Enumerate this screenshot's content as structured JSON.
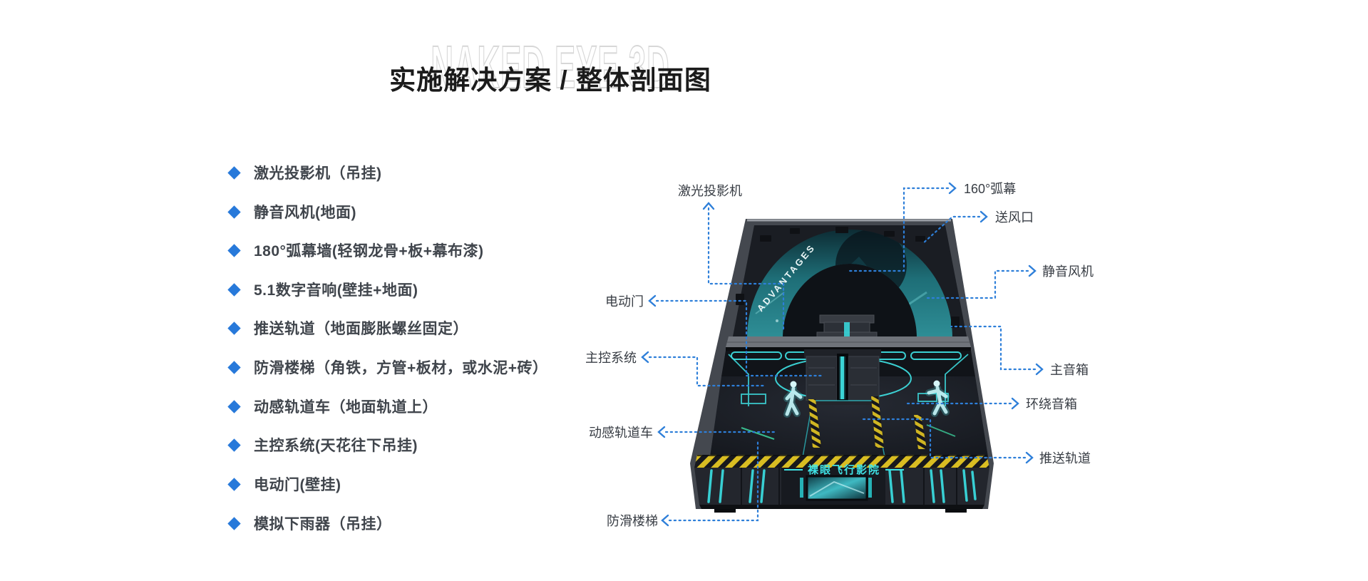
{
  "header": {
    "watermark": "NAKED EYE 3D",
    "title": "实施解决方案 / 整体剖面图"
  },
  "features": {
    "items": [
      "激光投影机（吊挂)",
      "静音风机(地面)",
      "180°弧幕墙(轻钢龙骨+板+幕布漆)",
      "5.1数字音响(壁挂+地面)",
      "推送轨道（地面膨胀螺丝固定）",
      "防滑楼梯（角铁，方管+板材，或水泥+砖）",
      "动感轨道车（地面轨道上）",
      "主控系统(天花往下吊挂)",
      "电动门(壁挂)",
      "模拟下雨器（吊挂）"
    ]
  },
  "diagram": {
    "callouts_left": [
      "激光投影机",
      "电动门",
      "主控系统",
      "动感轨道车",
      "防滑楼梯"
    ],
    "callouts_right": [
      "160°弧幕",
      "送风口",
      "静音风机",
      "主音箱",
      "环绕音箱",
      "推送轨道"
    ],
    "dome_text": "ADVANTAGES",
    "facade_text": "裸眼飞行影院"
  },
  "colors": {
    "accent_blue": "#2779da",
    "leader_blue": "#2e7fd9",
    "neon_cyan": "#3fe3e6",
    "hazard_yellow": "#d9bd22",
    "title_black": "#1b1b1b"
  }
}
